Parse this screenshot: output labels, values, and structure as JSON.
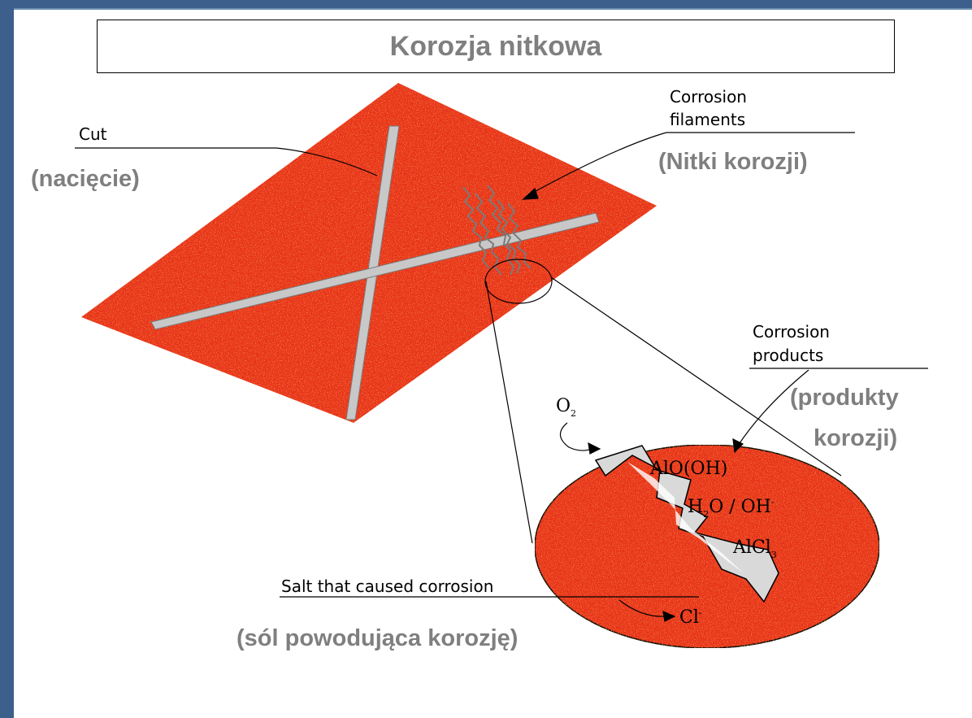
{
  "title": "Korozja nitkowa",
  "labels": {
    "cut_en": "Cut",
    "cut_pl": "(nacięcie)",
    "filaments_en_line1": "Corrosion",
    "filaments_en_line2": "filaments",
    "filaments_pl": "(Nitki korozji)",
    "products_en_line1": "Corrosion",
    "products_en_line2": "products",
    "products_pl_line1": "(produkty",
    "products_pl_line2": "korozji)",
    "salt_en": "Salt that caused corrosion",
    "salt_pl": "(sól powodująca korozję)"
  },
  "chemistry": {
    "oxygen": "O",
    "oxygen_sub": "2",
    "aloh": "AlO(OH)",
    "water_h": "H",
    "water_sub": "2",
    "water_rest": "O / OH",
    "water_sup": "-",
    "alcl": "AlCl",
    "alcl_sub": "3",
    "chloride": "Cl",
    "chloride_sup": "-"
  },
  "colors": {
    "panel_red": "#e8331f",
    "frame_blue": "#3d5f8c",
    "label_grey": "#7f7f7f",
    "cut_grey": "#c8c8c8"
  }
}
